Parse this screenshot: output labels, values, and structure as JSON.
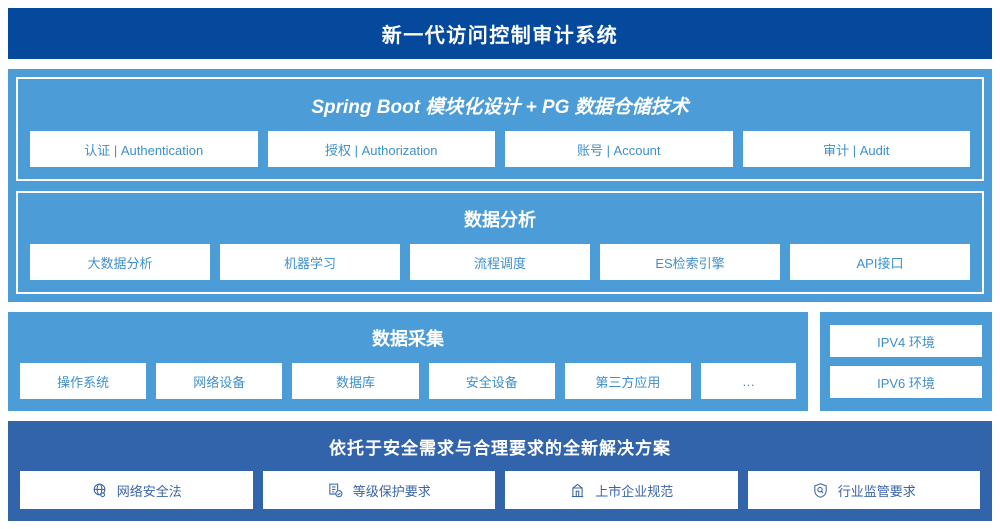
{
  "header": {
    "title": "新一代访问控制审计系统",
    "bg_color": "#04499B"
  },
  "colors": {
    "light_blue": "#4C9CD8",
    "mid_blue": "#3264AC",
    "navy": "#04499B",
    "card_text": "#3F8FCC",
    "bottom_card_text": "#3A64A8"
  },
  "architecture": {
    "platform": {
      "title": "Spring Boot 模块化设计 + PG 数据仓储技术",
      "cards": [
        {
          "label": "认证 | Authentication"
        },
        {
          "label": "授权 | Authorization"
        },
        {
          "label": "账号 | Account"
        },
        {
          "label": "审计 | Audit"
        }
      ]
    },
    "analysis": {
      "title": "数据分析",
      "cards": [
        {
          "label": "大数据分析"
        },
        {
          "label": "机器学习"
        },
        {
          "label": "流程调度"
        },
        {
          "label": "ES检索引擎"
        },
        {
          "label": "API接口"
        }
      ]
    }
  },
  "collection": {
    "title": "数据采集",
    "cards": [
      {
        "label": "操作系统"
      },
      {
        "label": "网络设备"
      },
      {
        "label": "数据库"
      },
      {
        "label": "安全设备"
      },
      {
        "label": "第三方应用"
      },
      {
        "label": "…"
      }
    ]
  },
  "environment": {
    "items": [
      {
        "label": "IPV4 环境"
      },
      {
        "label": "IPV6 环境"
      }
    ]
  },
  "compliance": {
    "title": "依托于安全需求与合理要求的全新解决方案",
    "cards": [
      {
        "label": "网络安全法",
        "icon": "globe-network-icon"
      },
      {
        "label": "等级保护要求",
        "icon": "document-check-icon"
      },
      {
        "label": "上市企业规范",
        "icon": "bank-building-icon"
      },
      {
        "label": "行业监管要求",
        "icon": "shield-search-icon"
      }
    ]
  }
}
